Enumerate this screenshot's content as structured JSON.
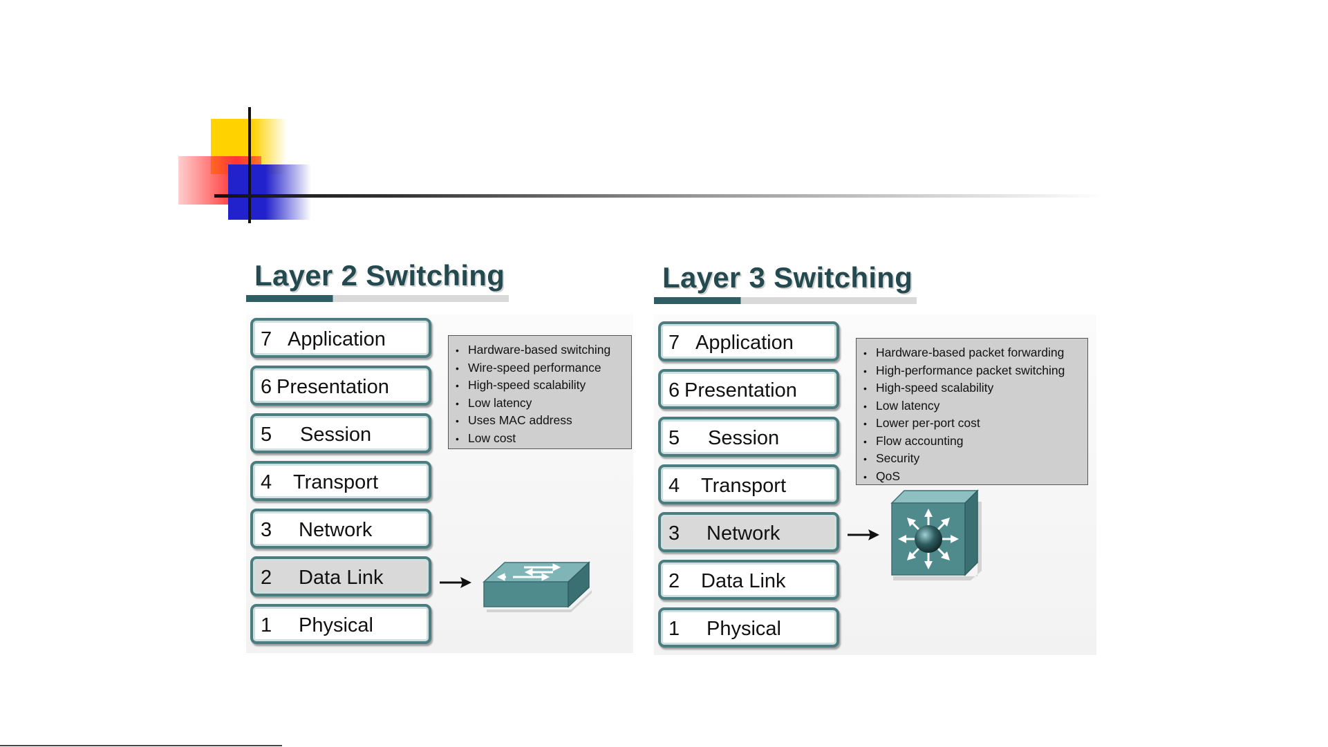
{
  "layer2": {
    "title": "Layer 2 Switching",
    "layers": [
      {
        "num": "7",
        "name": "Application"
      },
      {
        "num": "6",
        "name": "Presentation"
      },
      {
        "num": "5",
        "name": "Session"
      },
      {
        "num": "4",
        "name": "Transport"
      },
      {
        "num": "3",
        "name": "Network"
      },
      {
        "num": "2",
        "name": "Data Link"
      },
      {
        "num": "1",
        "name": "Physical"
      }
    ],
    "highlighted_layer": "2",
    "features": [
      "Hardware-based switching",
      "Wire-speed performance",
      "High-speed scalability",
      "Low latency",
      "Uses MAC address",
      "Low cost"
    ],
    "device_icon": "layer2-switch-icon"
  },
  "layer3": {
    "title": "Layer 3 Switching",
    "layers": [
      {
        "num": "7",
        "name": "Application"
      },
      {
        "num": "6",
        "name": "Presentation"
      },
      {
        "num": "5",
        "name": "Session"
      },
      {
        "num": "4",
        "name": "Transport"
      },
      {
        "num": "3",
        "name": "Network"
      },
      {
        "num": "2",
        "name": "Data Link"
      },
      {
        "num": "1",
        "name": "Physical"
      }
    ],
    "highlighted_layer": "3",
    "features": [
      "Hardware-based packet forwarding",
      "High-performance packet switching",
      "High-speed scalability",
      "Low latency",
      "Lower per-port cost",
      "Flow accounting",
      "Security",
      "QoS"
    ],
    "device_icon": "layer3-switch-icon"
  },
  "colors": {
    "teal_dark": "#244a4f",
    "teal_border": "#4b7d80",
    "device_teal": "#4a8a8c",
    "feature_box": "#cfcfcf",
    "highlight": "#d9d9d9"
  }
}
